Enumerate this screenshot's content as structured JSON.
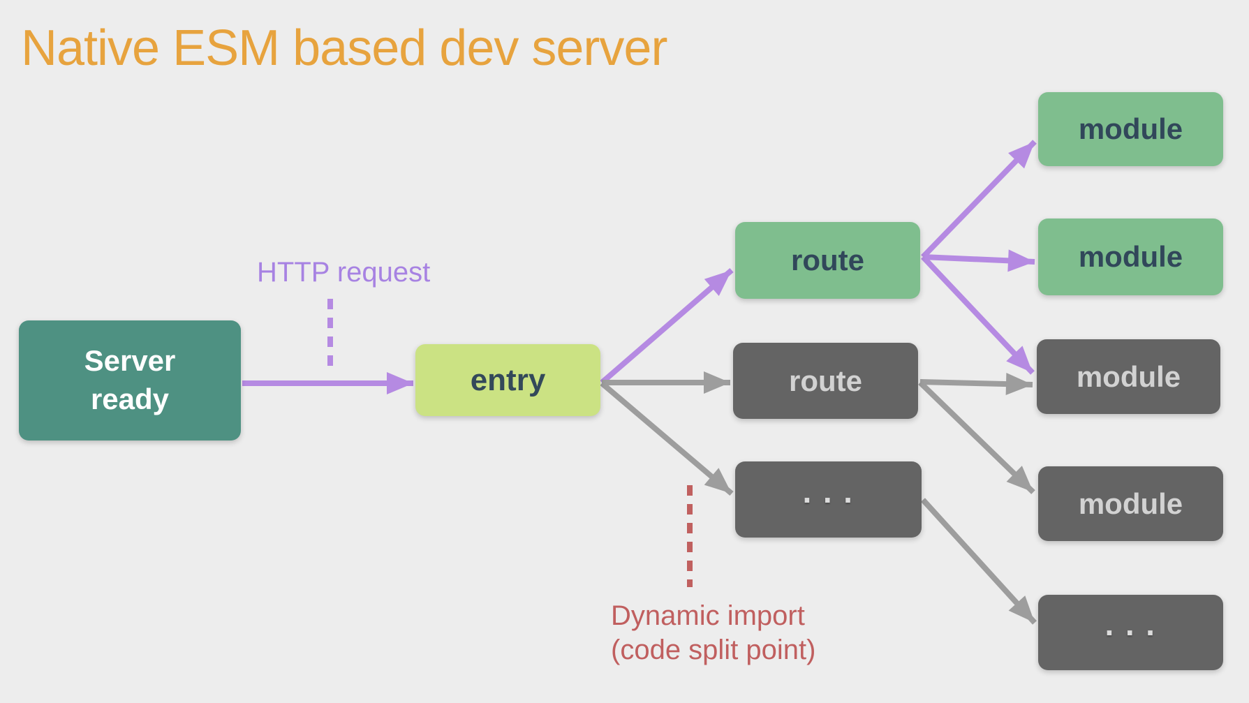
{
  "title": {
    "text": "Native ESM based dev server"
  },
  "labels": {
    "http_request": {
      "text": "HTTP request"
    },
    "dynamic_import": {
      "line1": "Dynamic import",
      "line2": "(code split point)"
    }
  },
  "nodes": {
    "server_ready": {
      "line1": "Server",
      "line2": "ready"
    },
    "entry": {
      "label": "entry"
    },
    "route_green": {
      "label": "route"
    },
    "route_gray": {
      "label": "route"
    },
    "dots_mid": {
      "label": "···"
    },
    "module_1": {
      "label": "module"
    },
    "module_2": {
      "label": "module"
    },
    "module_3": {
      "label": "module"
    },
    "module_4": {
      "label": "module"
    },
    "dots_bottom": {
      "label": "···"
    }
  },
  "colors": {
    "background": "#ededed",
    "title_orange": "#e7a33e",
    "teal_box": "#4e9182",
    "lime_box": "#cbe283",
    "green_box": "#7fbe8e",
    "gray_box": "#646464",
    "dark_text": "#33495a",
    "gray_box_text": "#d2d2d2",
    "purple_arrow": "#b58ae2",
    "gray_arrow": "#9d9d9d",
    "purple_label": "#a782e2",
    "red_label": "#c05f5f"
  }
}
